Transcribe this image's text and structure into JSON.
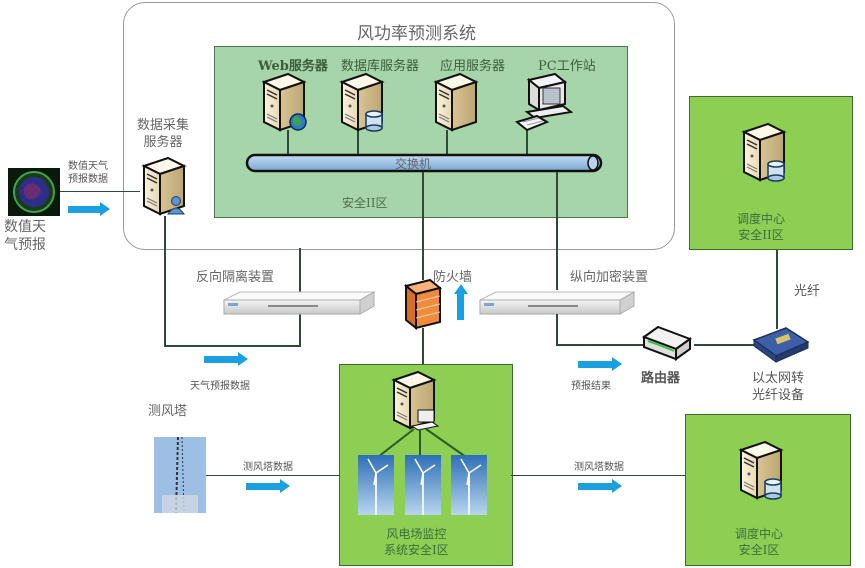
{
  "title": "风功率预测系统",
  "system_zone": {
    "label": "安全II区",
    "switch_label": "交换机",
    "servers": [
      {
        "label": "Web服务器",
        "icon": "server-globe-icon"
      },
      {
        "label": "数据库服务器",
        "icon": "server-database-icon"
      },
      {
        "label": "应用服务器",
        "icon": "server-icon"
      },
      {
        "label": "PC工作站",
        "icon": "workstation-icon"
      }
    ]
  },
  "data_collection_server": {
    "label_line1": "数据采集",
    "label_line2": "服务器",
    "icon": "server-user-icon"
  },
  "nwp": {
    "label_line1": "数值天",
    "label_line2": "气预报",
    "flow_label_line1": "数值天气",
    "flow_label_line2": "预报数据",
    "icon": "weather-radar-icon"
  },
  "devices": {
    "reverse_isolation": "反向隔离装置",
    "firewall": "防火墙",
    "vertical_encryption": "纵向加密装置",
    "router": "路由器",
    "fiber": "光纤",
    "converter_line1": "以太网转",
    "converter_line2": "光纤设备"
  },
  "flows": {
    "weather_data": "天气预报数据",
    "forecast_result": "预报结果",
    "tower_data_left": "测风塔数据",
    "tower_data_right": "测风塔数据"
  },
  "tower": {
    "label": "测风塔",
    "icon": "met-tower-icon"
  },
  "windfarm_zone": {
    "label_line1": "风电场监控",
    "label_line2": "系统安全I区",
    "turbine_count": 3
  },
  "dispatch_ii": {
    "label_line1": "调度中心",
    "label_line2": "安全II区"
  },
  "dispatch_i": {
    "label_line1": "调度中心",
    "label_line2": "安全I区"
  },
  "colors": {
    "zone_light": "#a6d5a9",
    "zone_green": "#8ccf52",
    "arrow": "#1aa0e0",
    "switch": "#9ec3e6",
    "firewall": "#f08a3c"
  }
}
